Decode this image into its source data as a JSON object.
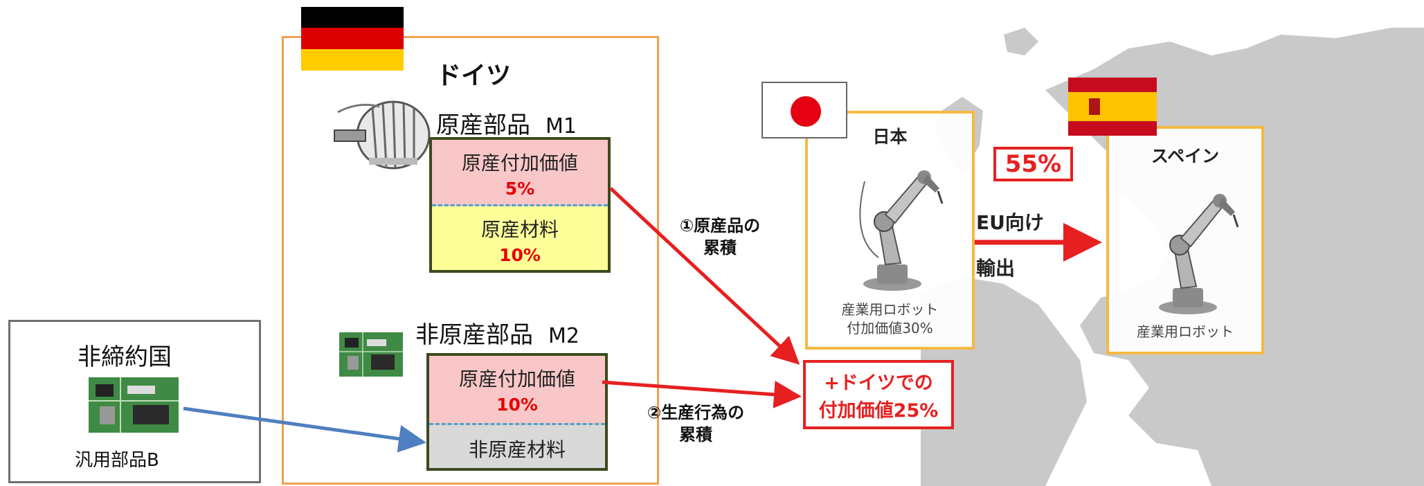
{
  "germany": {
    "country_label": "ドイツ",
    "part_m1": {
      "title": "原産部品",
      "code": "M1",
      "segments": [
        {
          "label": "原産付加価値",
          "value": "5%"
        },
        {
          "label": "原産材料",
          "value": "10%"
        }
      ]
    },
    "part_m2": {
      "title": "非原産部品",
      "code": "M2",
      "segments": [
        {
          "label": "原産付加価値",
          "value": "10%"
        },
        {
          "label": "非原産材料"
        }
      ]
    }
  },
  "non_party": {
    "title": "非締約国",
    "part_label": "汎用部品B"
  },
  "flows": {
    "cumulation_1": [
      "①原産品の",
      "累積"
    ],
    "cumulation_2": [
      "②生産行為の",
      "累積"
    ]
  },
  "germany_value_added": [
    "+ドイツでの",
    "付加価値25%"
  ],
  "japan": {
    "name": "日本",
    "caption": [
      "産業用ロボット",
      "付加価値30%"
    ]
  },
  "spain": {
    "name": "スペイン",
    "caption": "産業用ロボット"
  },
  "export": {
    "percent": "55%",
    "label_top": "EU向け",
    "label_bottom": "輸出"
  },
  "icons": {
    "germany_flag": "flag-germany-icon",
    "japan_flag": "flag-japan-icon",
    "spain_flag": "flag-spain-icon",
    "motor": "motor-part-icon",
    "circuit_board": "circuit-board-icon",
    "robot_arm": "industrial-robot-icon"
  },
  "colors": {
    "red_arrow": "#e62020",
    "blue_arrow": "#4f7fc0",
    "germany_frame": "#f0a050",
    "country_frame": "#f5b942",
    "value_added_pink": "#f9c7c7",
    "material_yellow": "#ffff99",
    "non_origin_gray": "#d9d9d9"
  }
}
